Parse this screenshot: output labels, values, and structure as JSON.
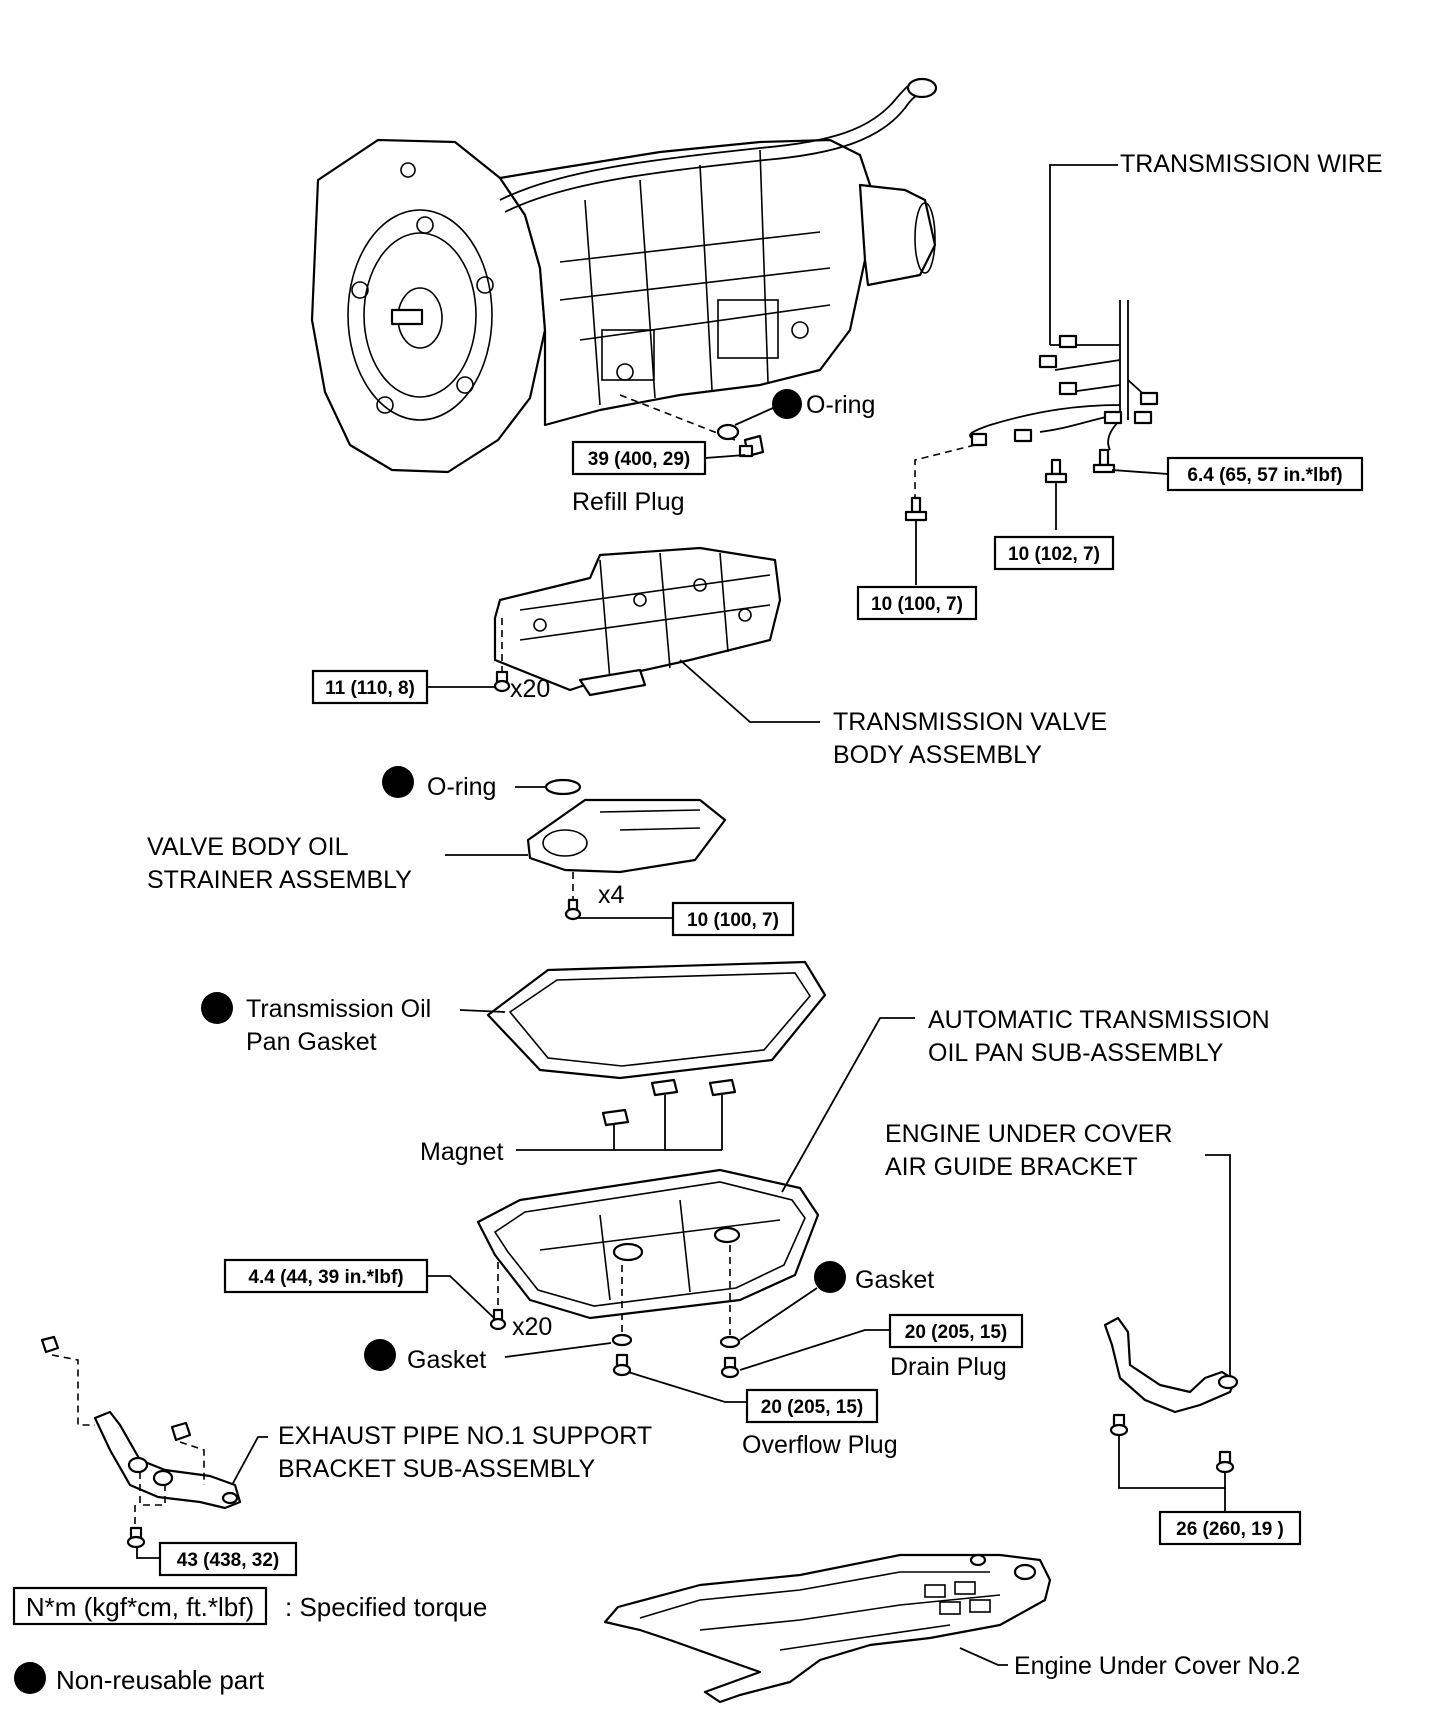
{
  "labels": {
    "transmission_wire": "TRANSMISSION WIRE",
    "o_ring_top": "O-ring",
    "refill_plug": "Refill Plug",
    "valve_body_1": "TRANSMISSION VALVE",
    "valve_body_2": "BODY ASSEMBLY",
    "o_ring_mid": "O-ring",
    "strainer_1": "VALVE BODY OIL",
    "strainer_2": "STRAINER ASSEMBLY",
    "pan_gasket_1": "Transmission Oil",
    "pan_gasket_2": "Pan Gasket",
    "oil_pan_1": "AUTOMATIC TRANSMISSION",
    "oil_pan_2": "OIL PAN SUB-ASSEMBLY",
    "magnet": "Magnet",
    "air_guide_1": "ENGINE UNDER COVER",
    "air_guide_2": "AIR GUIDE BRACKET",
    "gasket_drain": "Gasket",
    "gasket_overflow": "Gasket",
    "drain_plug": "Drain Plug",
    "overflow_plug": "Overflow Plug",
    "exhaust_1": "EXHAUST PIPE NO.1 SUPPORT",
    "exhaust_2": "BRACKET SUB-ASSEMBLY",
    "under_cover": "Engine Under Cover No.2"
  },
  "quantities": {
    "valve_body_bolts": "x20",
    "strainer_bolts": "x4",
    "pan_bolts": "x20"
  },
  "torques": {
    "refill_plug": "39 (400, 29)",
    "wire_bracket": "6.4 (65, 57 in.*lbf)",
    "wire_bolt_a": "10 (102, 7)",
    "wire_bolt_b": "10 (100, 7)",
    "valve_body": "11 (110, 8)",
    "strainer": "10 (100, 7)",
    "pan": "4.4 (44, 39 in.*lbf)",
    "drain_plug": "20 (205, 15)",
    "overflow_plug": "20 (205, 15)",
    "exhaust_bracket": "43 (438, 32)",
    "air_guide": "26 (260, 19 )"
  },
  "legend": {
    "torque_box": "N*m (kgf*cm, ft.*lbf)",
    "torque_text": ": Specified torque",
    "nonreusable_text": "Non-reusable part"
  }
}
